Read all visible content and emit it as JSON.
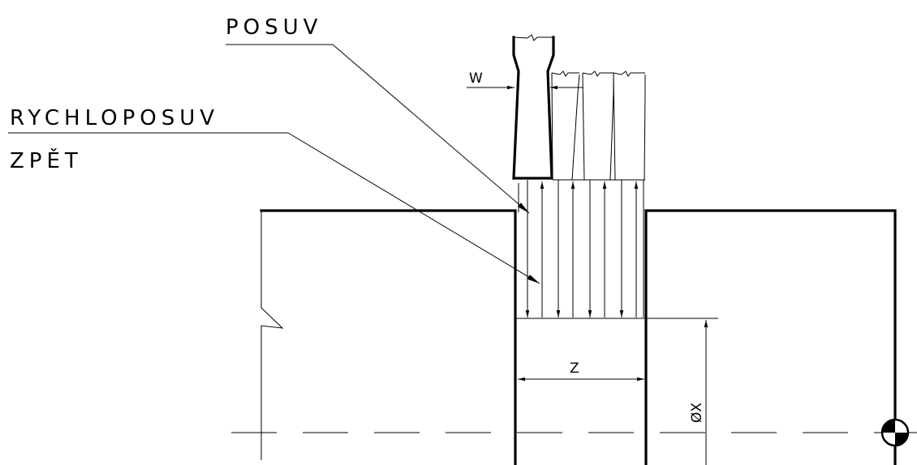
{
  "labels": {
    "feed": "POSUV",
    "rapid_feed": "RYCHLOPOSUV",
    "return": "ZPĚT"
  },
  "dimensions": {
    "tool_width": "W",
    "groove_width": "Z",
    "diameter": "ØX"
  },
  "colors": {
    "line": "#000000",
    "background": "#ffffff"
  }
}
